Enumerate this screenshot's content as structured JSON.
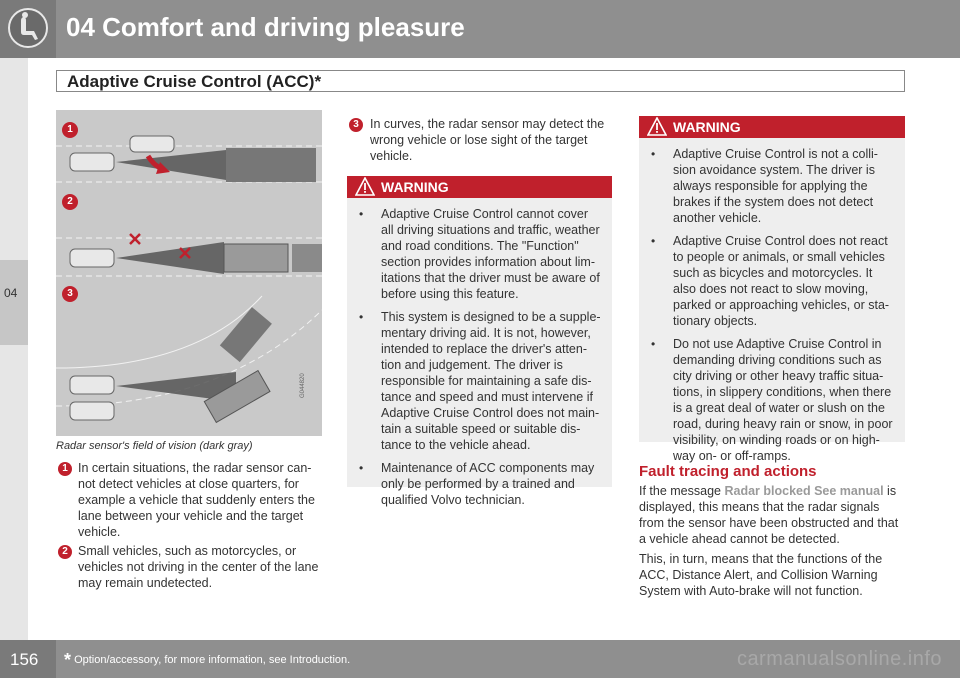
{
  "header": {
    "chapter_title": "04 Comfort and driving pleasure",
    "icon": "seat-icon"
  },
  "section": {
    "title": "Adaptive Cruise Control (ACC)*"
  },
  "side_tab": {
    "label": "04"
  },
  "illustration": {
    "labels": [
      "1",
      "2",
      "3"
    ],
    "code": "G044820",
    "caption": "Radar sensor's field of vision (dark gray)"
  },
  "items": [
    {
      "num": "1",
      "text_lines": [
        "In certain situations, the radar sensor can-",
        "not detect vehicles at close quarters, for",
        "example a vehicle that suddenly enters the",
        "lane between your vehicle and the target",
        "vehicle."
      ]
    },
    {
      "num": "2",
      "text_lines": [
        "Small vehicles, such as motorcycles, or",
        "vehicles not driving in the center of the lane",
        "may remain undetected."
      ]
    },
    {
      "num": "3",
      "text_lines": [
        "In curves, the radar sensor may detect the",
        "wrong vehicle or lose sight of the target",
        "vehicle."
      ]
    }
  ],
  "warning1": {
    "title": "WARNING",
    "bullets": [
      [
        "Adaptive Cruise Control cannot cover",
        "all driving situations and traffic, weather",
        "and road conditions. The \"Function\"",
        "section provides information about lim-",
        "itations that the driver must be aware of",
        "before using this feature."
      ],
      [
        "This system is designed to be a supple-",
        "mentary driving aid. It is not, however,",
        "intended to replace the driver's atten-",
        "tion and judgement. The driver is",
        "responsible for maintaining a safe dis-",
        "tance and speed and must intervene if",
        "Adaptive Cruise Control does not main-",
        "tain a suitable speed or suitable dis-",
        "tance to the vehicle ahead."
      ],
      [
        "Maintenance of ACC components may",
        "only be performed by a trained and",
        "qualified Volvo technician."
      ]
    ]
  },
  "warning2": {
    "title": "WARNING",
    "bullets": [
      [
        "Adaptive Cruise Control is not a colli-",
        "sion avoidance system. The driver is",
        "always responsible for applying the",
        "brakes if the system does not detect",
        "another vehicle."
      ],
      [
        "Adaptive Cruise Control does not react",
        "to people or animals, or small vehicles",
        "such as bicycles and motorcycles. It",
        "also does not react to slow moving,",
        "parked or approaching vehicles, or sta-",
        "tionary objects."
      ],
      [
        "Do not use Adaptive Cruise Control in",
        "demanding driving conditions such as",
        "city driving or other heavy traffic situa-",
        "tions, in slippery conditions, when there",
        "is a great deal of water or slush on the",
        "road, during heavy rain or snow, in poor",
        "visibility, on winding roads or on high-",
        "way on- or off-ramps."
      ]
    ]
  },
  "fault": {
    "heading": "Fault tracing and actions",
    "para1_before": "If the message ",
    "para1_highlight": "Radar blocked See manual",
    "para1_after_lines": [
      " is",
      "displayed, this means that the radar signals",
      "from the sensor have been obstructed and that",
      "a vehicle ahead cannot be detected."
    ],
    "para2_lines": [
      "This, in turn, means that the functions of the",
      "ACC, Distance Alert, and Collision Warning",
      "System with Auto-brake will not function."
    ]
  },
  "footer": {
    "page_number": "156",
    "star": "*",
    "note": " Option/accessory, for more information, see Introduction.",
    "watermark": "carmanualsonline.info"
  },
  "colors": {
    "accent_red": "#c0202c",
    "header_gray": "#8f8f8f",
    "box_gray": "#eeeeee"
  }
}
